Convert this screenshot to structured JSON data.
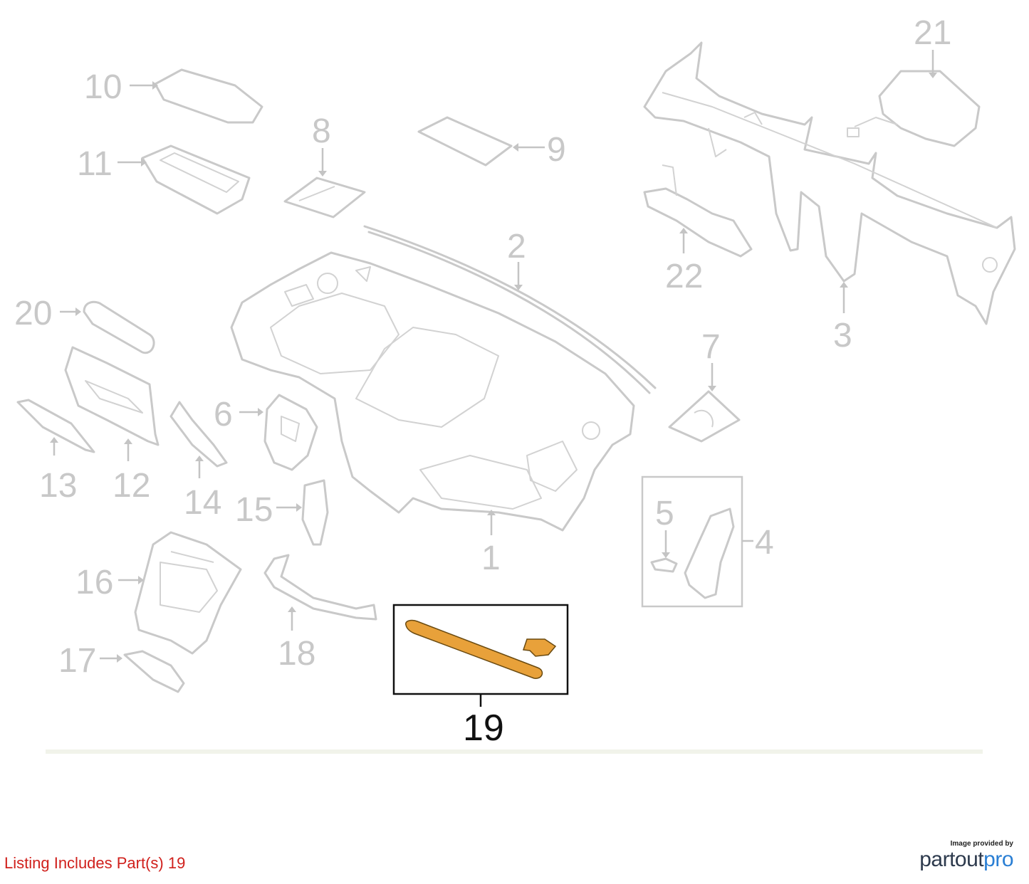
{
  "diagram": {
    "callouts": {
      "c1": "1",
      "c2": "2",
      "c3": "3",
      "c4": "4",
      "c5": "5",
      "c6": "6",
      "c7": "7",
      "c8": "8",
      "c9": "9",
      "c10": "10",
      "c11": "11",
      "c12": "12",
      "c13": "13",
      "c14": "14",
      "c15": "15",
      "c16": "16",
      "c17": "17",
      "c18": "18",
      "c19": "19",
      "c20": "20",
      "c21": "21",
      "c22": "22"
    },
    "highlighted_part": "19",
    "colors": {
      "highlight": "#e8a13a",
      "parts": "#c9c9c9",
      "caption": "#d0201c"
    }
  },
  "footer": {
    "caption": "Listing Includes Part(s) 19",
    "brand_small": "Image provided by",
    "brand_a": "partout",
    "brand_b": "pro"
  }
}
